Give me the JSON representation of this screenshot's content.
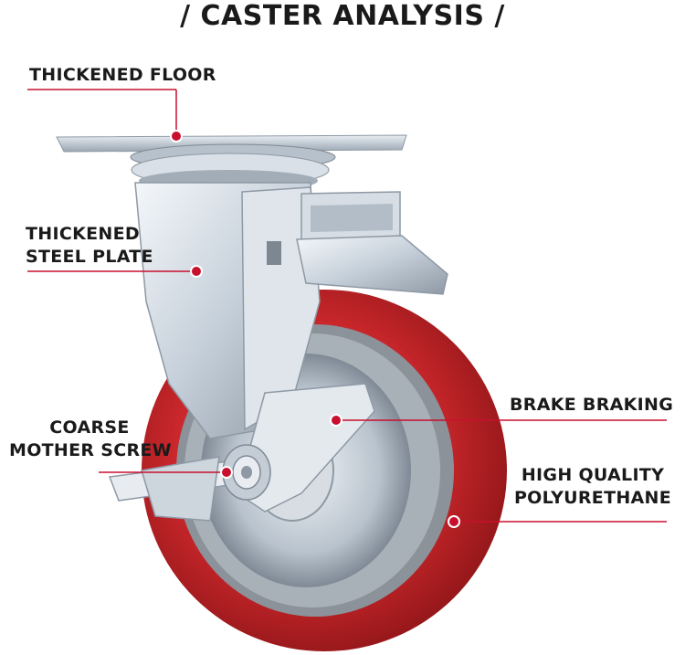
{
  "title": "/ CASTER ANALYSIS /",
  "labels": {
    "floor": "THICKENED FLOOR",
    "steel_line1": "THICKENED",
    "steel_line2": "STEEL PLATE",
    "screw_line1": "COARSE",
    "screw_line2": "MOTHER SCREW",
    "brake": "BRAKE BRAKING",
    "pu_line1": "HIGH QUALITY",
    "pu_line2": "POLYURETHANE"
  },
  "colors": {
    "accent_red": "#c8102e",
    "wheel_red": "#c9272b",
    "wheel_red_dark": "#9c1a1e",
    "steel": "#c9d2dc",
    "steel_dark": "#8f9aa6",
    "text": "#1a1a1a"
  },
  "icons": [
    "callout-dot",
    "callout-line"
  ]
}
